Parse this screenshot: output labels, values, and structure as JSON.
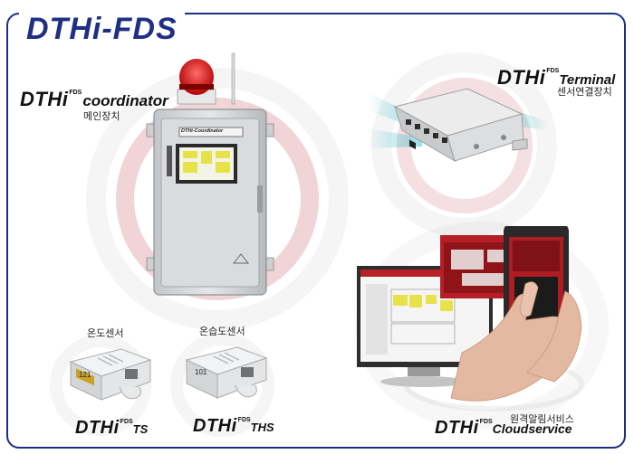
{
  "title": "DTHi-FDS",
  "products": {
    "coordinator": {
      "brand": "DTHi",
      "sup": "FDS",
      "sub": "coordinator",
      "ko": "메인장치",
      "panel_label": "DTHi-Coordinator"
    },
    "terminal": {
      "brand": "DTHi",
      "sup": "FDS",
      "sub": "Terminal",
      "ko": "센서연결장치"
    },
    "ts": {
      "brand": "DTHi",
      "sup": "FDS",
      "sub": "TS",
      "ko": "온도센서",
      "tag": "121"
    },
    "ths": {
      "brand": "DTHi",
      "sup": "FDS",
      "sub": "THS",
      "ko": "온습도센서",
      "tag": "101"
    },
    "cloud": {
      "brand": "DTHi",
      "sup": "FDS",
      "sub": "Cloudservice",
      "ko": "원격알림서비스"
    }
  },
  "colors": {
    "title": "#1f2f86",
    "ring": "#b52a3c",
    "accent": "#c41b21",
    "device_gray": "#d6d8da"
  }
}
